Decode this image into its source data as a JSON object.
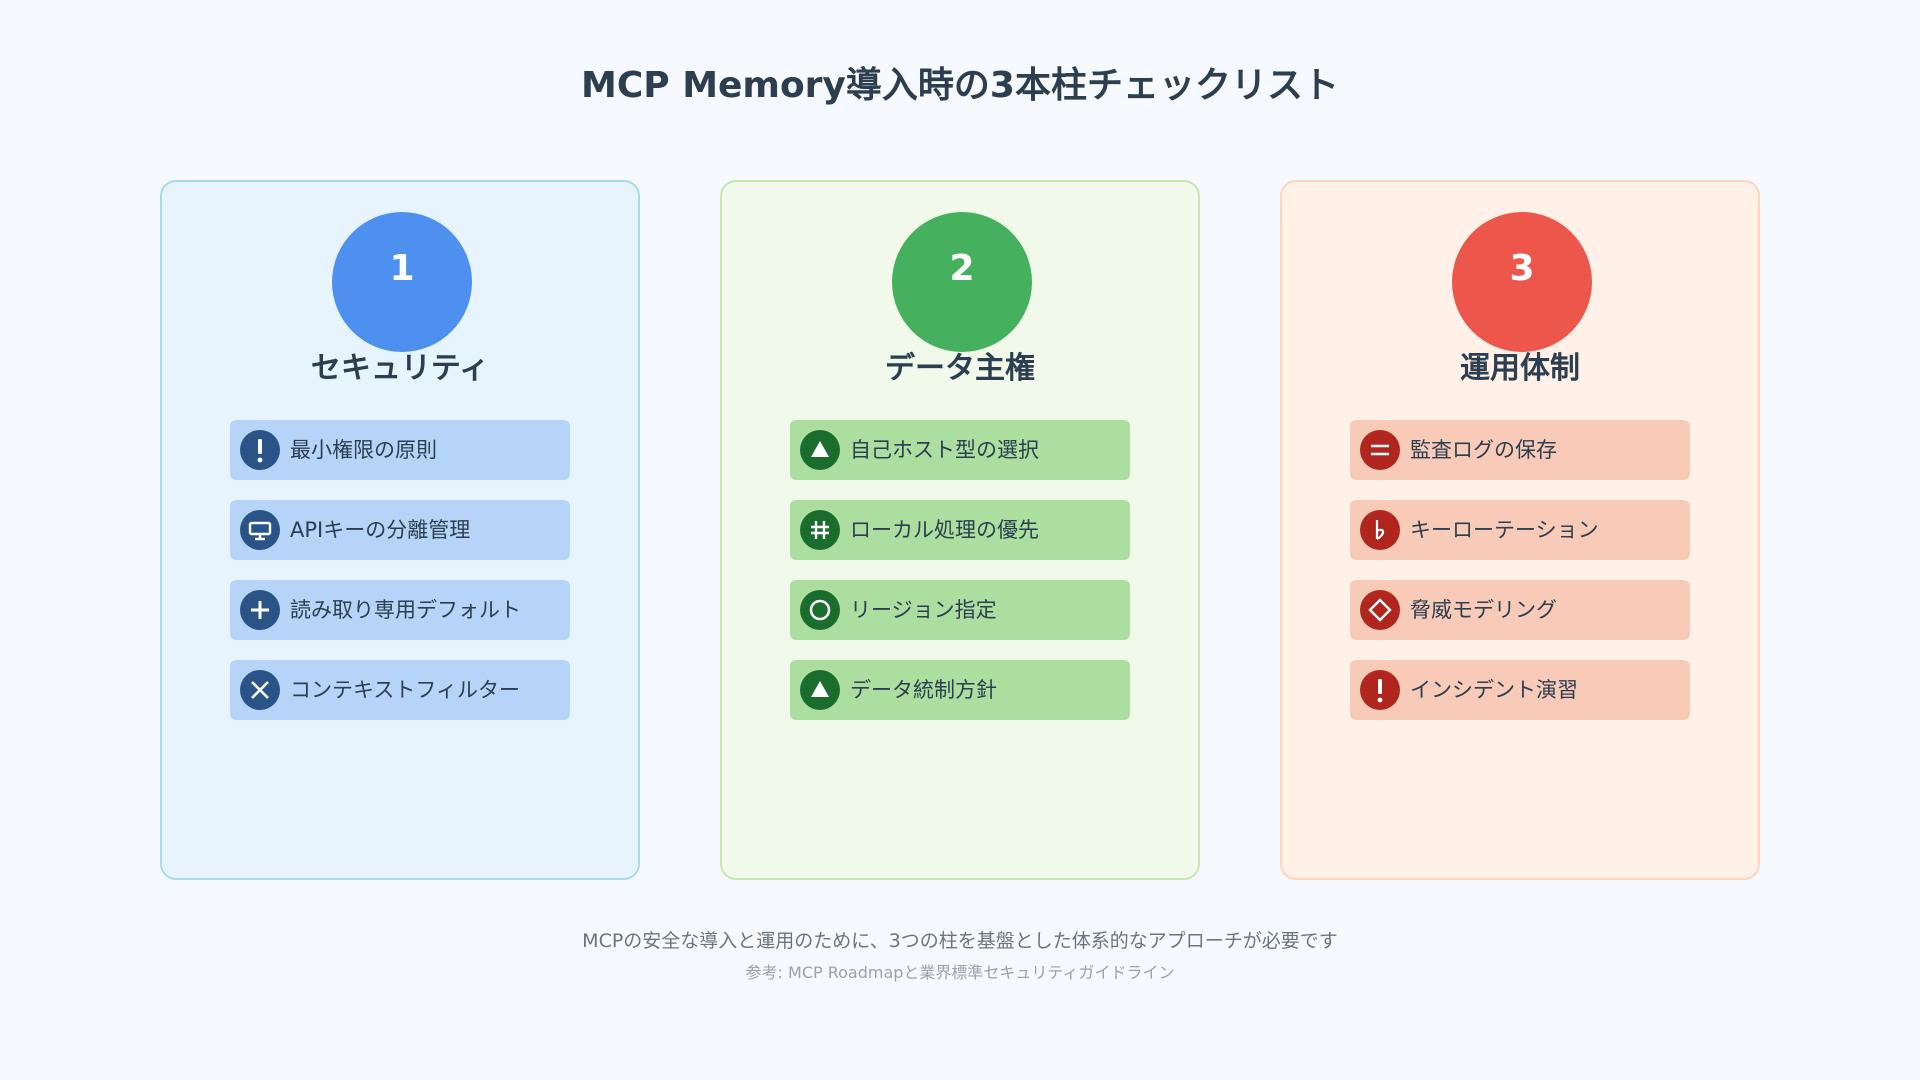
{
  "title": "MCP Memory導入時の3本柱チェックリスト",
  "pillars": [
    {
      "number": "1",
      "name": "セキュリティ",
      "color": "#4e90f0",
      "items": [
        {
          "icon": "exclamation-icon",
          "label": "最小権限の原則"
        },
        {
          "icon": "display-icon",
          "label": "APIキーの分離管理"
        },
        {
          "icon": "plus-icon",
          "label": "読み取り専用デフォルト"
        },
        {
          "icon": "cross-icon",
          "label": "コンテキストフィルター"
        }
      ]
    },
    {
      "number": "2",
      "name": "データ主権",
      "color": "#45b05e",
      "items": [
        {
          "icon": "triangle-icon",
          "label": "自己ホスト型の選択"
        },
        {
          "icon": "hash-icon",
          "label": "ローカル処理の優先"
        },
        {
          "icon": "circle-icon",
          "label": "リージョン指定"
        },
        {
          "icon": "triangle-icon",
          "label": "データ統制方針"
        }
      ]
    },
    {
      "number": "3",
      "name": "運用体制",
      "color": "#ec564b",
      "items": [
        {
          "icon": "equals-icon",
          "label": "監査ログの保存"
        },
        {
          "icon": "flat-icon",
          "label": "キーローテーション"
        },
        {
          "icon": "diamond-icon",
          "label": "脅威モデリング"
        },
        {
          "icon": "exclamation-icon",
          "label": "インシデント演習"
        }
      ]
    }
  ],
  "footer": {
    "main": "MCPの安全な導入と運用のために、3つの柱を基盤とした体系的なアプローチが必要です",
    "reference": "参考: MCP Roadmapと業界標準セキュリティガイドライン"
  }
}
